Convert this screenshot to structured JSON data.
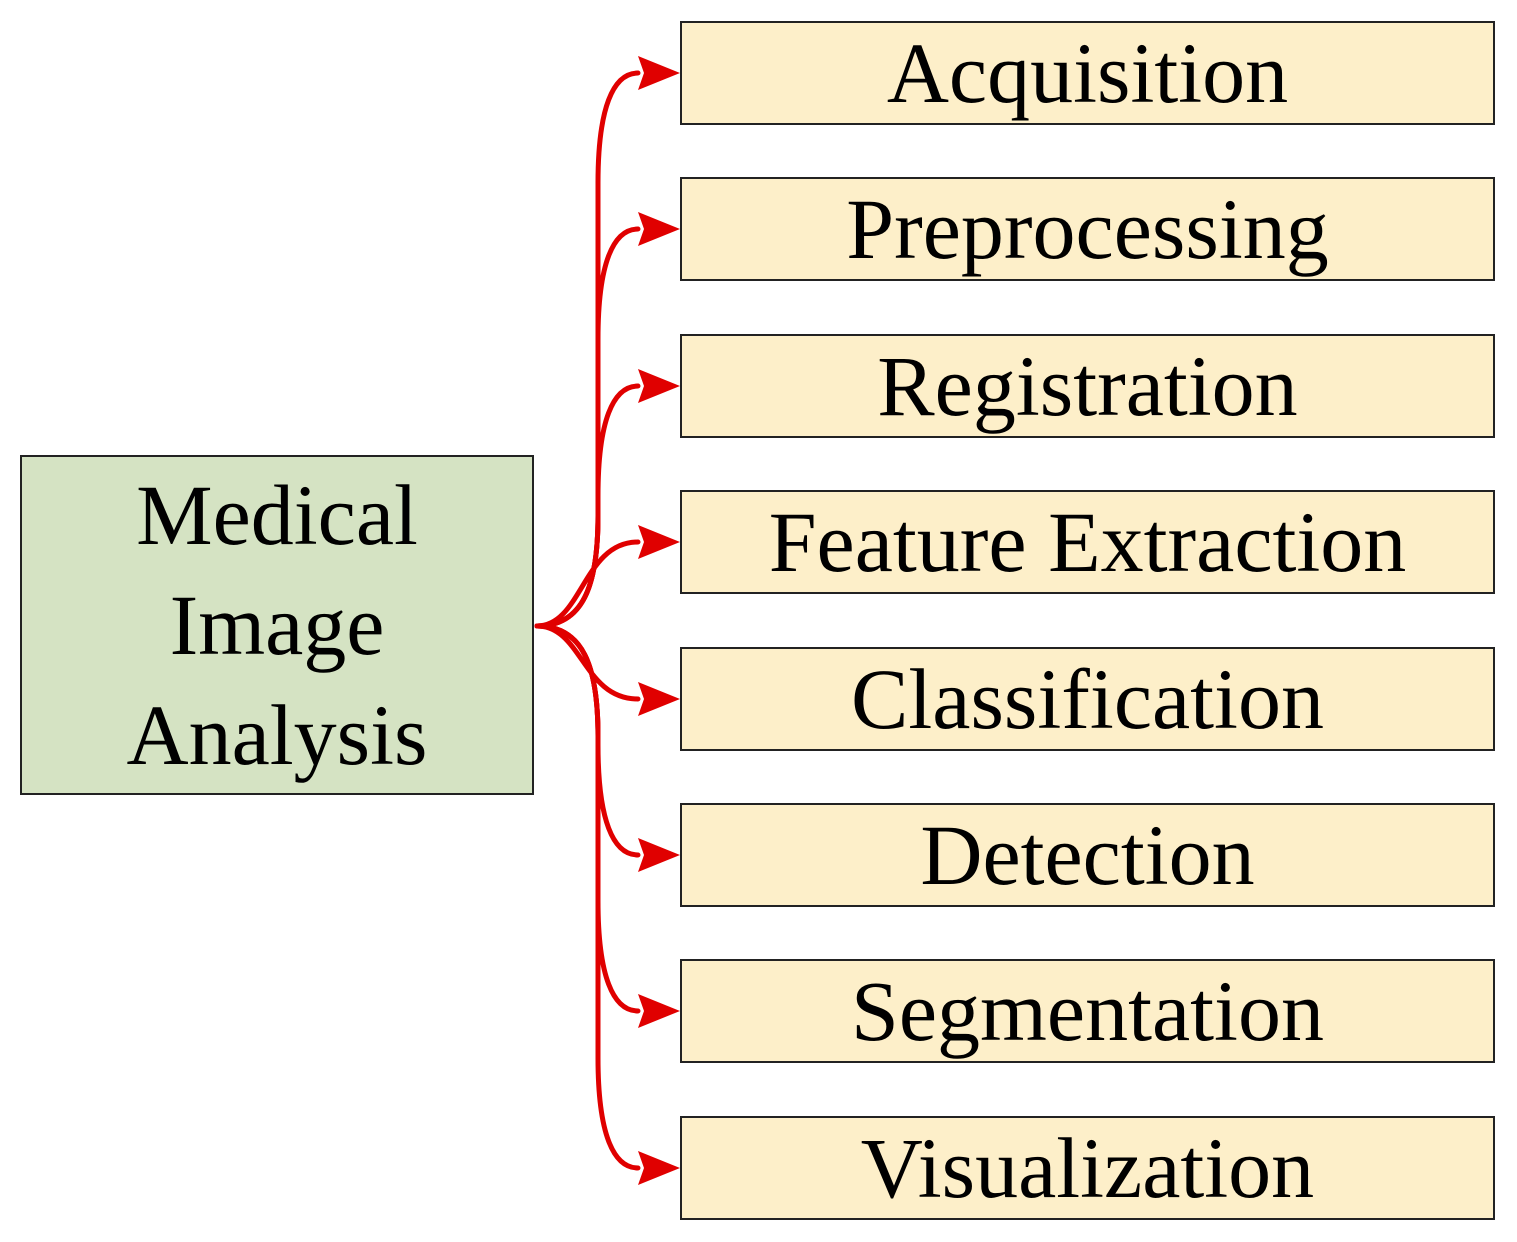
{
  "root": {
    "lines": [
      "Medical",
      "Image",
      "Analysis"
    ]
  },
  "children": [
    {
      "label": "Acquisition"
    },
    {
      "label": "Preprocessing"
    },
    {
      "label": "Registration"
    },
    {
      "label": "Feature Extraction"
    },
    {
      "label": "Classification"
    },
    {
      "label": "Detection"
    },
    {
      "label": "Segmentation"
    },
    {
      "label": "Visualization"
    }
  ],
  "colors": {
    "root_fill": "#d5e3c3",
    "child_fill": "#fdefc9",
    "arrow": "#e00000",
    "border": "#222222"
  }
}
